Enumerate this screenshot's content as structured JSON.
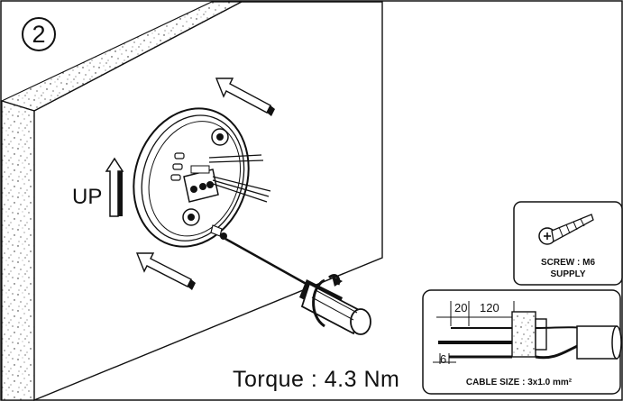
{
  "step": {
    "number": "2"
  },
  "labels": {
    "up": "UP",
    "torque": "Torque : 4.3 Nm"
  },
  "screw_box": {
    "spec": "SCREW : M6",
    "note": "SUPPLY"
  },
  "cable_box": {
    "dim_strip_outer": "20",
    "dim_strip_jacket": "120",
    "dim_conductor": "6",
    "cable_size": "CABLE SIZE : 3x1.0 mm²"
  }
}
